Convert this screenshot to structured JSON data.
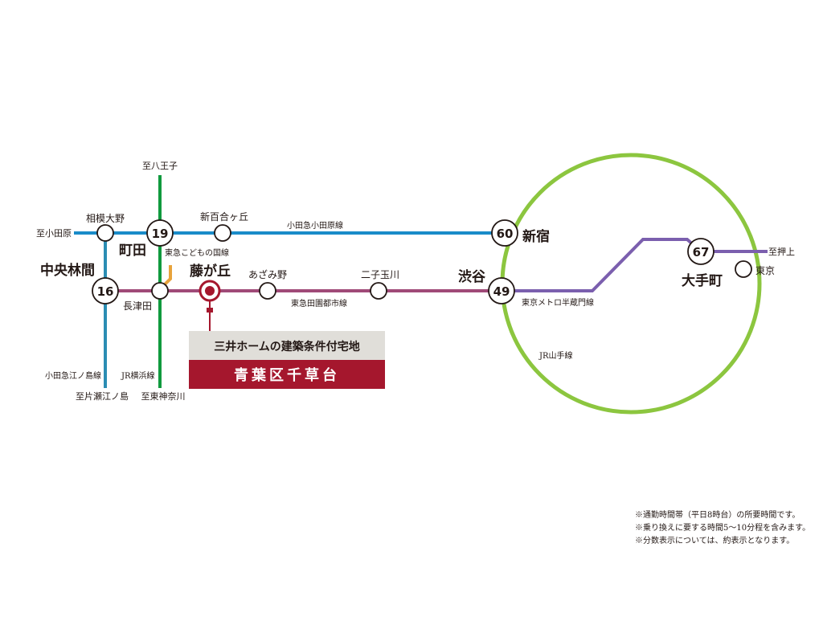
{
  "colors": {
    "odakyu_odawara": "#1a8cc9",
    "odakyu_enoshima": "#2b8db3",
    "jr_yokohama": "#109a3e",
    "kodomonokuni": "#e8a33c",
    "denentoshi": "#a04a78",
    "hanzomon": "#7b5fae",
    "yamanote": "#8cc63f",
    "featured": "#a5172d",
    "banner_top_bg": "#e0ded9"
  },
  "lines": {
    "odakyu_odawara": "小田急小田原線",
    "odakyu_enoshima": "小田急江ノ島線",
    "jr_yokohama": "JR横浜線",
    "kodomonokuni": "東急こどもの国線",
    "denentoshi": "東急田園都市線",
    "hanzomon": "東京メトロ半蔵門線",
    "yamanote": "JR山手線"
  },
  "directions": {
    "odawara": "至小田原",
    "hachioji": "至八王子",
    "katasenoshima": "至片瀬江ノ島",
    "higashikanagawa": "至東神奈川",
    "oshiage": "至押上"
  },
  "stations": {
    "sagamiono": "相模大野",
    "machida": "町田",
    "shinyurigaoka": "新百合ヶ丘",
    "shinjuku": "新宿",
    "chuorinkan": "中央林間",
    "nagatsuta": "長津田",
    "fujigaoka": "藤が丘",
    "azamino": "あざみ野",
    "futakotamagawa": "二子玉川",
    "shibuya": "渋谷",
    "otemachi": "大手町",
    "tokyo": "東京"
  },
  "times": {
    "machida": "19",
    "chuorinkan": "16",
    "shinjuku": "60",
    "shibuya": "49",
    "otemachi": "67"
  },
  "banner": {
    "top": "三井ホームの建築条件付宅地",
    "bottom": "青葉区千草台"
  },
  "notes": [
    "※通勤時間帯（平日8時台）の所要時間です。",
    "※乗り換えに要する時間5～10分程を含みます。",
    "※分数表示については、約表示となります。"
  ]
}
